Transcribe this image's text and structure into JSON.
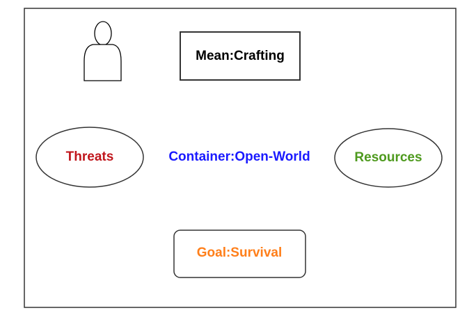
{
  "diagram": {
    "mean": {
      "label": "Mean:Crafting",
      "color": "#000000"
    },
    "threats": {
      "label": "Threats",
      "color": "#c0161c"
    },
    "container": {
      "label": "Container:Open-World",
      "color": "#1a1aff"
    },
    "resources": {
      "label": "Resources",
      "color": "#4e9a1e"
    },
    "goal": {
      "label": "Goal:Survival",
      "color": "#ff7f1a"
    },
    "actor": {
      "icon": "person-icon"
    }
  }
}
